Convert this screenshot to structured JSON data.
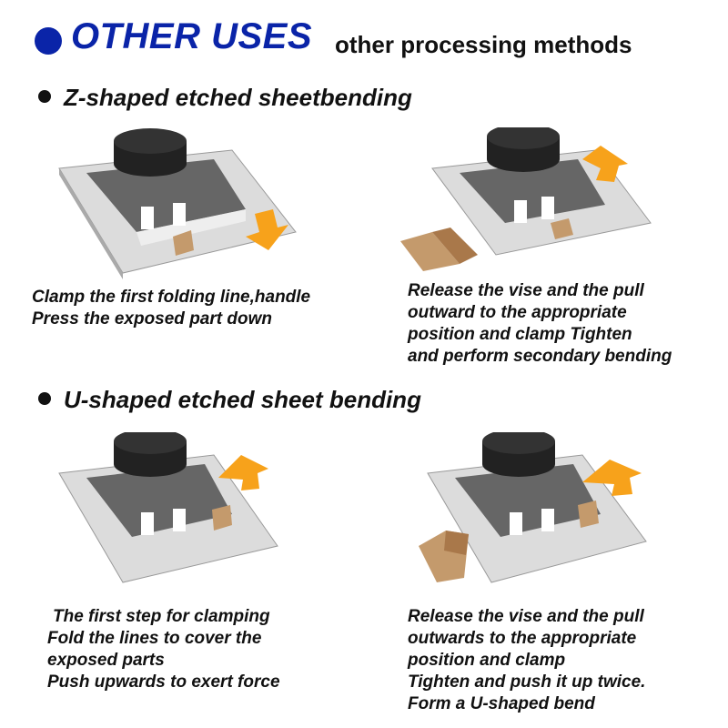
{
  "header": {
    "title": "OTHER USES",
    "subtitle": "other processing methods",
    "accent": "#0a24a8"
  },
  "sections": [
    {
      "title": "Z-shaped etched sheetbending",
      "steps": [
        {
          "caption": [
            "Clamp the first folding line,handle",
            "Press the exposed part down"
          ]
        },
        {
          "caption": [
            "Release the vise and the pull",
            "outward to the appropriate",
            "position and clamp Tighten",
            "and perform secondary bending"
          ]
        }
      ]
    },
    {
      "title": "U-shaped etched sheet bending",
      "steps": [
        {
          "caption": [
            "The first step for clamping",
            "Fold the lines to cover the",
            "exposed parts",
            "Push upwards to exert force"
          ]
        },
        {
          "caption": [
            "Release the vise and the pull",
            "outwards to the appropriate",
            "position and clamp",
            "Tighten and push it up twice.",
            "Form a U-shaped bend"
          ]
        }
      ]
    }
  ],
  "colors": {
    "arrow": "#f7a21b",
    "paper": "#c49a6c",
    "plate": "#d9d9d9",
    "block": "#555555"
  }
}
